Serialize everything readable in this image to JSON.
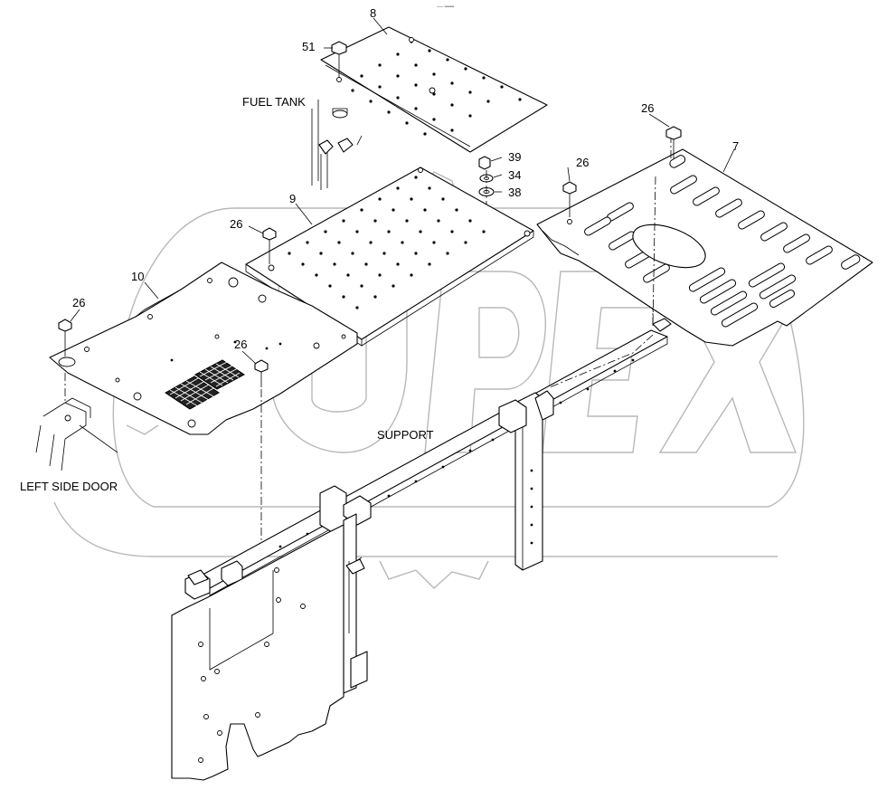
{
  "header": {
    "stamp": "── ═══"
  },
  "labels": {
    "fuel_tank": "FUEL TANK",
    "support": "SUPPORT",
    "left_side_door": "LEFT SIDE DOOR"
  },
  "callouts": {
    "c8": "8",
    "c51": "51",
    "c26_a": "26",
    "c7": "7",
    "c26_b": "26",
    "c39": "39",
    "c34": "34",
    "c38": "38",
    "c9": "9",
    "c26_c": "26",
    "c10": "10",
    "c26_d": "26",
    "c26_e": "26"
  },
  "watermark": {
    "text": "OPEX"
  },
  "colors": {
    "line": "#000000",
    "watermark": "#b8b8b8",
    "background": "#ffffff"
  }
}
